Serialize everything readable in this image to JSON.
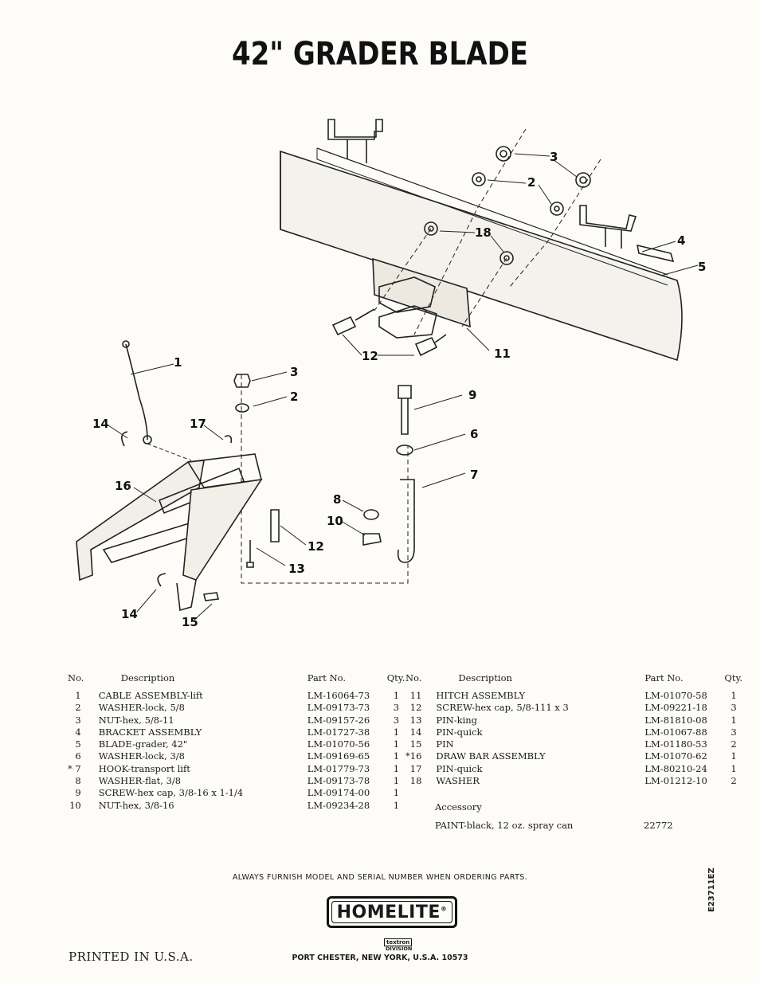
{
  "title": "42\" GRADER BLADE",
  "callouts": [
    "1",
    "2",
    "3",
    "4",
    "5",
    "6",
    "7",
    "8",
    "9",
    "10",
    "11",
    "12",
    "13",
    "14",
    "15",
    "16",
    "17",
    "18"
  ],
  "table_headers": {
    "no": "No.",
    "description": "Description",
    "part_no": "Part No.",
    "qty": "Qty."
  },
  "parts_left": [
    {
      "no": "1",
      "description": "CABLE ASSEMBLY-lift",
      "part_no": "LM-16064-73",
      "qty": "1"
    },
    {
      "no": "2",
      "description": "WASHER-lock, 5/8",
      "part_no": "LM-09173-73",
      "qty": "3"
    },
    {
      "no": "3",
      "description": "NUT-hex, 5/8-11",
      "part_no": "LM-09157-26",
      "qty": "3"
    },
    {
      "no": "4",
      "description": "BRACKET ASSEMBLY",
      "part_no": "LM-01727-38",
      "qty": "1"
    },
    {
      "no": "5",
      "description": "BLADE-grader, 42\"",
      "part_no": "LM-01070-56",
      "qty": "1"
    },
    {
      "no": "6",
      "description": "WASHER-lock, 3/8",
      "part_no": "LM-09169-65",
      "qty": "1"
    },
    {
      "no": "* 7",
      "description": "HOOK-transport lift",
      "part_no": "LM-01779-73",
      "qty": "1"
    },
    {
      "no": "8",
      "description": "WASHER-flat, 3/8",
      "part_no": "LM-09173-78",
      "qty": "1"
    },
    {
      "no": "9",
      "description": "SCREW-hex cap, 3/8-16 x 1-1/4",
      "part_no": "LM-09174-00",
      "qty": "1"
    },
    {
      "no": "10",
      "description": "NUT-hex, 3/8-16",
      "part_no": "LM-09234-28",
      "qty": "1"
    }
  ],
  "parts_right": [
    {
      "no": "11",
      "description": "HITCH ASSEMBLY",
      "part_no": "LM-01070-58",
      "qty": "1"
    },
    {
      "no": "12",
      "description": "SCREW-hex cap, 5/8-111 x 3",
      "part_no": "LM-09221-18",
      "qty": "3"
    },
    {
      "no": "13",
      "description": "PIN-king",
      "part_no": "LM-81810-08",
      "qty": "1"
    },
    {
      "no": "14",
      "description": "PIN-quick",
      "part_no": "LM-01067-88",
      "qty": "3"
    },
    {
      "no": "15",
      "description": "PIN",
      "part_no": "LM-01180-53",
      "qty": "2"
    },
    {
      "no": "*16",
      "description": "DRAW BAR ASSEMBLY",
      "part_no": "LM-01070-62",
      "qty": "1"
    },
    {
      "no": "17",
      "description": "PIN-quick",
      "part_no": "LM-80210-24",
      "qty": "1"
    },
    {
      "no": "18",
      "description": "WASHER",
      "part_no": "LM-01212-10",
      "qty": "2"
    }
  ],
  "accessory": {
    "label": "Accessory",
    "item": "PAINT-black, 12 oz. spray can",
    "part_no": "22772"
  },
  "note": "ALWAYS FURNISH MODEL AND SERIAL NUMBER WHEN ORDERING PARTS.",
  "logo": {
    "text": "HOMELITE",
    "mark": "®",
    "parent": "textron",
    "division": "DIVISION"
  },
  "address": "PORT CHESTER, NEW YORK, U.S.A. 10573",
  "printed": "PRINTED IN U.S.A.",
  "doc_number": "E23711EZ"
}
